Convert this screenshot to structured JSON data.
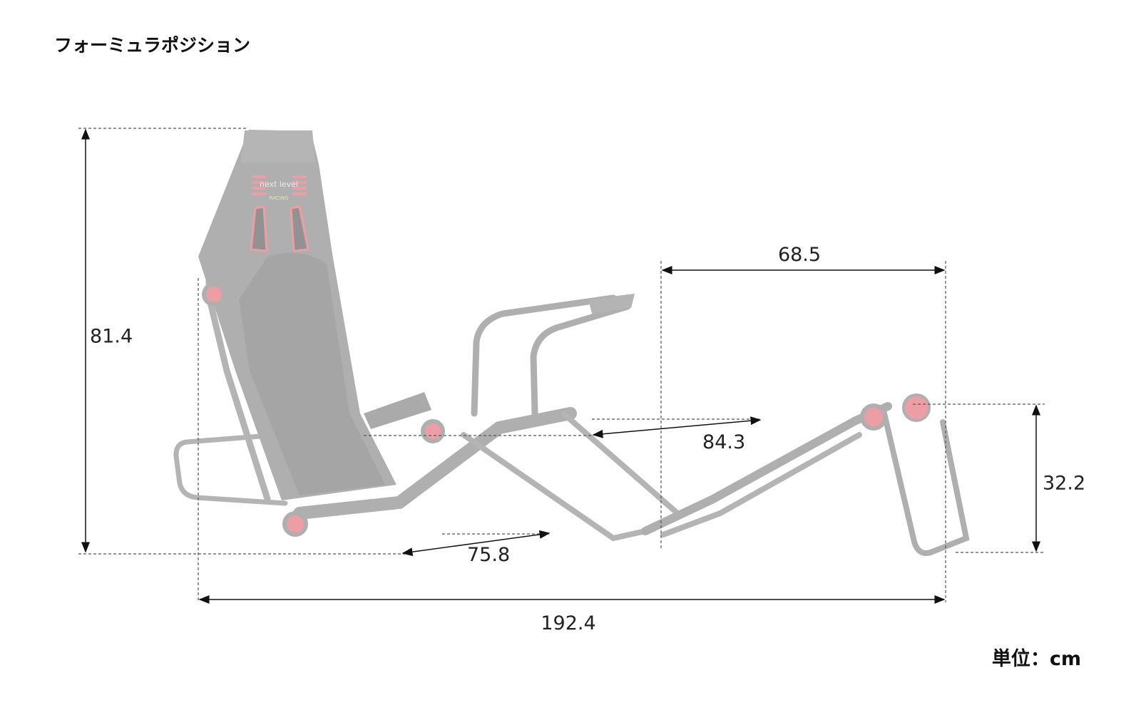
{
  "title": "フォーミュラポジション",
  "unit_label": "単位：cm",
  "product": {
    "brand_logo_text": "next level",
    "brand_logo_subtext": "RACING"
  },
  "dimensions": {
    "total_height": "81.4",
    "wheel_deck_span": "68.5",
    "seat_to_wheel_reach": "84.3",
    "seat_to_base": "75.8",
    "pedal_height": "32.2",
    "total_length": "192.4"
  },
  "colors": {
    "frame": "#8f8f8f",
    "frame_dark": "#6e6e6e",
    "seat_fabric": "#9a9a9a",
    "accent_red": "#e0505a",
    "dimension_line": "#111111",
    "guide_line": "#555555"
  }
}
